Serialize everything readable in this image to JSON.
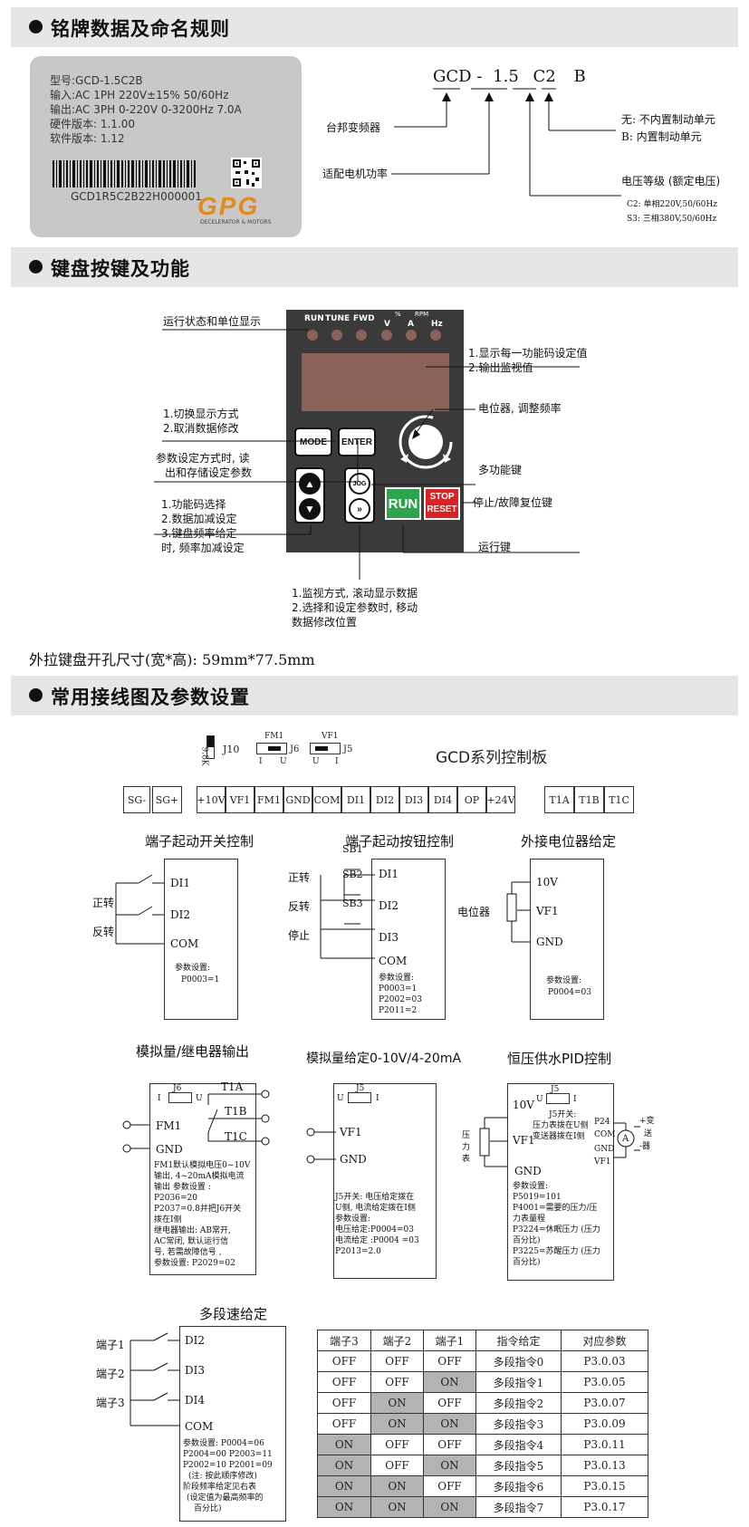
{
  "headers": {
    "s1": "铭牌数据及命名规则",
    "s2": "键盘按键及功能",
    "s3": "常用接线图及参数设置"
  },
  "nameplate": {
    "lines": [
      "型号:GCD-1.5C2B",
      "输入:AC 1PH 220V±15% 50/60Hz",
      "输出:AC 3PH 0-220V 0-3200Hz   7.0A",
      "硬件版本: 1.1.00",
      "软件版本: 1.12"
    ],
    "serial": "GCD1R5C2B22H000001",
    "logo": "GPG",
    "logo_sub": "DECELERATOR & MOTORS"
  },
  "model": {
    "parts": [
      "GCD",
      "-",
      "1.5",
      "C2",
      "B"
    ],
    "brand_label": "台邦变频器",
    "power_label": "适配电机功率",
    "brake_none": "无: 不内置制动单元",
    "brake_b": "B: 内置制动单元",
    "voltage_label": "电压等级 (额定电压)",
    "voltage_c2": "C2: 单相220V,50/60Hz",
    "voltage_s3": "S3: 三相380V,50/60Hz"
  },
  "keypad": {
    "leds": [
      "RUN",
      "TUNE",
      "FWD",
      "V",
      "A",
      "Hz"
    ],
    "led_top": [
      "%",
      "RPM"
    ],
    "buttons": {
      "mode": "MODE",
      "enter": "ENTER",
      "jog": "JOG",
      "run": "RUN",
      "stop": "STOP",
      "reset": "RESET"
    },
    "callouts": {
      "status": "运行状态和单位显示",
      "display1": "1.显示每一功能码设定值",
      "display2": "2.输出监视值",
      "mode1": "1.切换显示方式",
      "mode2": "2.取消数据修改",
      "pot": "电位器, 调整频率",
      "enter1": "参数设定方式时, 读",
      "enter2": "出和存储设定参数",
      "jog": "多功能键",
      "stop": "停止/故障复位键",
      "updown1": "1.功能码选择",
      "updown2": "2.数据加减设定",
      "updown3": "3.键盘频率给定",
      "updown4": "时, 频率加减设定",
      "run": "运行键",
      "shift1": "1.监视方式, 滚动显示数据",
      "shift2": "2.选择和设定参数时, 移动",
      "shift3": "数据修改位置"
    },
    "size_note": "外拉键盘开孔尺寸(宽*高): 59mm*77.5mm"
  },
  "board": {
    "title": "GCD系列控制板",
    "jumpers": {
      "j10": "J10",
      "j10_val": "9.8K",
      "fm1": "FM1",
      "j6": "J6",
      "vf1": "VF1",
      "j5": "J5",
      "i": "I",
      "u": "U"
    },
    "terminals_a": [
      "SG-",
      "SG+"
    ],
    "terminals_b": [
      "+10V",
      "VF1",
      "FM1",
      "GND",
      "COM",
      "DI1",
      "DI2",
      "DI3",
      "DI4",
      "OP",
      "+24V"
    ],
    "terminals_c": [
      "T1A",
      "T1B",
      "T1C"
    ]
  },
  "diagrams": {
    "switch": {
      "title": "端子起动开关控制",
      "fwd": "正转",
      "rev": "反转",
      "t": [
        "DI1",
        "DI2",
        "COM"
      ],
      "p1": "参数设置:",
      "p2": "P0003=1"
    },
    "button": {
      "title": "端子起动按钮控制",
      "fwd": "正转",
      "rev": "反转",
      "stop": "停止",
      "sb": [
        "SB1",
        "SB2",
        "SB3"
      ],
      "t": [
        "DI1",
        "DI2",
        "DI3",
        "COM"
      ],
      "p": [
        "参数设置:",
        "P0003=1",
        "P2002=03",
        "P2011=2"
      ]
    },
    "pot": {
      "title": "外接电位器给定",
      "label": "电位器",
      "t": [
        "10V",
        "VF1",
        "GND"
      ],
      "p1": "参数设置:",
      "p2": "P0004=03"
    },
    "analog_out": {
      "title": "模拟量/继电器输出",
      "j6": "J6",
      "i": "I",
      "u": "U",
      "t": [
        "FM1",
        "GND"
      ],
      "r": [
        "T1A",
        "T1B",
        "T1C"
      ],
      "p": [
        "FM1默认模拟电压0~10V",
        "输出, 4~20mA模拟电流",
        "输出    参数设置    :",
        "P2036=20",
        "P2037=0.8并把J6开关",
        "拨在I侧",
        "继电器输出: AB常开,",
        "AC常闭, 默认运行信",
        "号, 若需故障信号  ,",
        "参数设置: P2029=02"
      ]
    },
    "analog_in": {
      "title": "模拟量给定0-10V/4-20mA",
      "j5": "J5",
      "u": "U",
      "i": "I",
      "t": [
        "VF1",
        "GND"
      ],
      "p": [
        "J5开关: 电压给定拨在",
        "U侧, 电流给定拨在I侧",
        "参数设置:",
        "电压给定:P0004=03",
        "电流给定 :P0004 =03",
        "P2013=2.0"
      ]
    },
    "pid": {
      "title": "恒压供水PID控制",
      "j5": "J5",
      "u": "U",
      "i": "I",
      "t": [
        "10V",
        "VF1",
        "GND"
      ],
      "note1": "J5开关:",
      "note2": "压力表拨在U侧",
      "note3": "变送器拨在I侧",
      "gauge": [
        "压",
        "力",
        "表"
      ],
      "right": [
        "P24",
        "COM",
        "GND",
        "VF1"
      ],
      "tx": [
        "+变",
        "送",
        "-器"
      ],
      "ammeter": "A",
      "p": [
        "参数设置:",
        "P5019=101",
        "P4001=需要的压力/压",
        "力表量程",
        "P3224=休眠压力 (压力",
        "百分比)",
        "P3225=苏醒压力 (压力",
        "百分比)"
      ]
    },
    "multi": {
      "title": "多段速给定",
      "labels": [
        "端子1",
        "端子2",
        "端子3"
      ],
      "t": [
        "DI2",
        "DI3",
        "DI4",
        "COM"
      ],
      "p": [
        "参数设置: P0004=06",
        "P2004=00 P2003=11",
        "P2002=10 P2001=09",
        "(注: 按此顺序修改)",
        "阶段频率给定见右表",
        "(设定值为最高频率的",
        "百分比)"
      ]
    }
  },
  "table": {
    "headers": [
      "端子3",
      "端子2",
      "端子1",
      "指令给定",
      "对应参数"
    ],
    "rows": [
      [
        "OFF",
        "OFF",
        "OFF",
        "多段指令0",
        "P3.0.03"
      ],
      [
        "OFF",
        "OFF",
        "ON",
        "多段指令1",
        "P3.0.05"
      ],
      [
        "OFF",
        "ON",
        "OFF",
        "多段指令2",
        "P3.0.07"
      ],
      [
        "OFF",
        "ON",
        "ON",
        "多段指令3",
        "P3.0.09"
      ],
      [
        "ON",
        "OFF",
        "OFF",
        "多段指令4",
        "P3.0.11"
      ],
      [
        "ON",
        "OFF",
        "ON",
        "多段指令5",
        "P3.0.13"
      ],
      [
        "ON",
        "ON",
        "OFF",
        "多段指令6",
        "P3.0.15"
      ],
      [
        "ON",
        "ON",
        "ON",
        "多段指令7",
        "P3.0.17"
      ]
    ]
  }
}
